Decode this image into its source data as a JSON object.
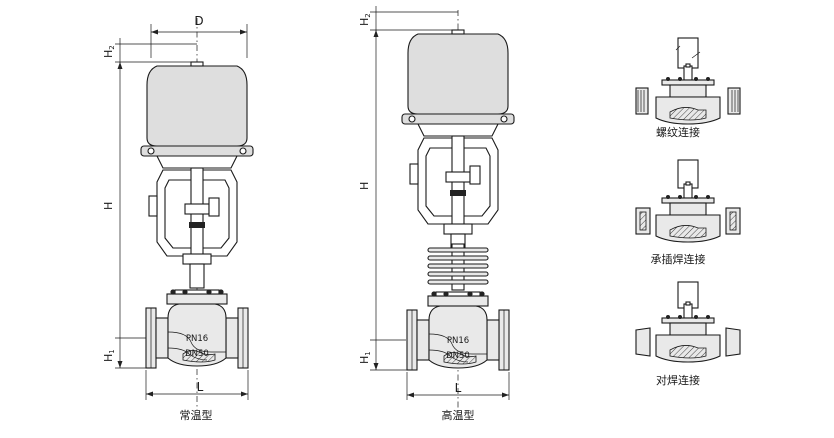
{
  "dimensions": {
    "d": "D",
    "h": "H",
    "h1": "H",
    "h1_sub": "1",
    "h2": "H",
    "h2_sub": "2",
    "l": "L"
  },
  "body_markings": {
    "pressure": "PN16",
    "size": "DN50"
  },
  "captions": {
    "normal_temp": "常温型",
    "high_temp": "高温型",
    "threaded": "螺纹连接",
    "socket_weld": "承插焊连接",
    "butt_weld": "对焊连接"
  }
}
